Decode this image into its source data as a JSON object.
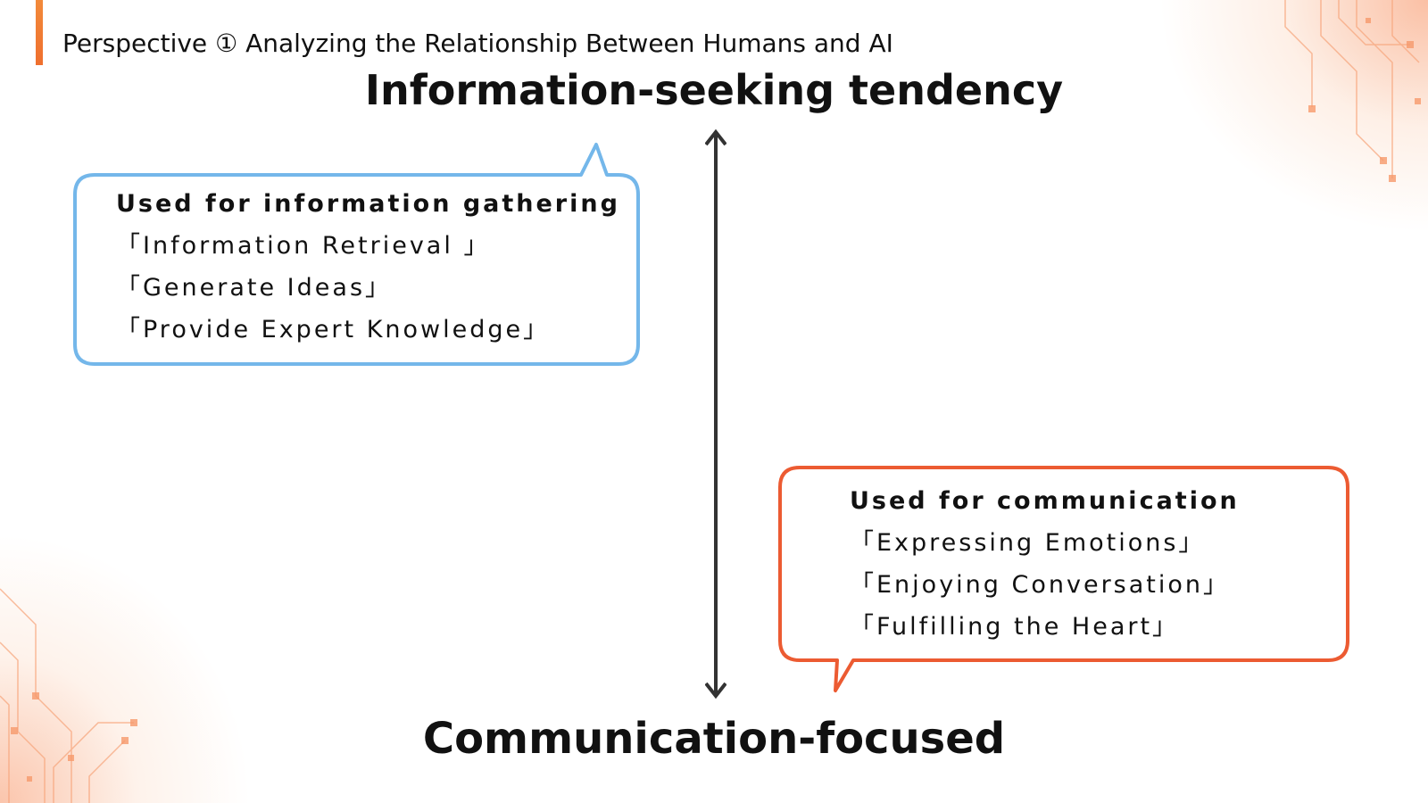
{
  "header": {
    "title": "Perspective ① Analyzing the Relationship Between Humans and AI"
  },
  "axis": {
    "top_label": "Information-seeking tendency",
    "bottom_label": "Communication-focused"
  },
  "info_bubble": {
    "title": "Used for information gathering",
    "items": [
      "「Information Retrieval 」",
      "「Generate Ideas」",
      "「Provide Expert Knowledge」"
    ],
    "border_color": "#74b7ea"
  },
  "comm_bubble": {
    "title": "Used for communication",
    "items": [
      "「Expressing Emotions」",
      "「Enjoying Conversation」",
      "「Fulfilling the Heart」"
    ],
    "border_color": "#ec5b32"
  },
  "colors": {
    "accent": "#ef7a33",
    "arrow": "#333333",
    "background_glow": "#f78c5a"
  }
}
